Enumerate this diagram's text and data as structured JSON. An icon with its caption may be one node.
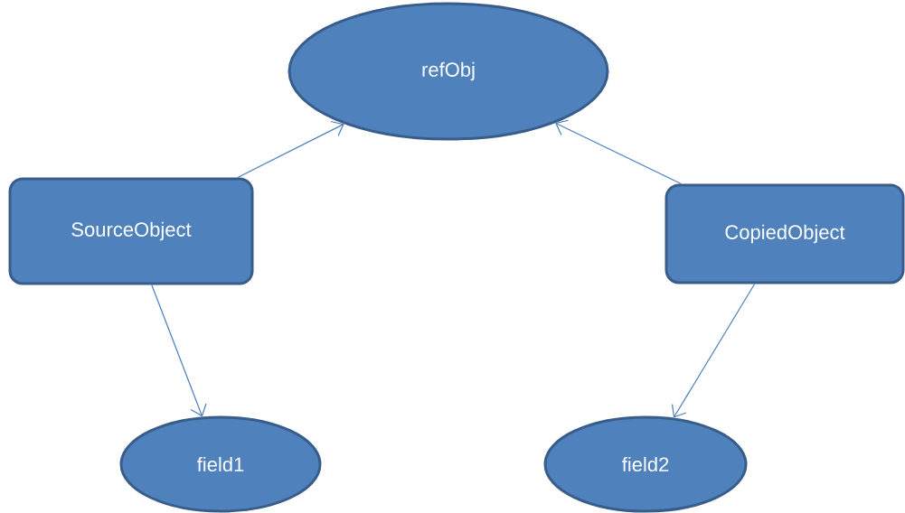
{
  "diagram": {
    "nodes": [
      {
        "text": [
          "refObj"
        ]
      },
      {
        "text": [
          "SourceObject"
        ]
      },
      {
        "text": [
          "CopiedObject"
        ]
      },
      {
        "text": [
          "field1"
        ]
      },
      {
        "text": [
          "field2"
        ]
      }
    ],
    "edges": [
      {
        "from": 1,
        "to": 0,
        "arrow": "to"
      },
      {
        "from": 2,
        "to": 0,
        "arrow": "to"
      },
      {
        "from": 1,
        "to": 3,
        "arrow": "to"
      },
      {
        "from": 2,
        "to": 4,
        "arrow": "to"
      }
    ]
  }
}
